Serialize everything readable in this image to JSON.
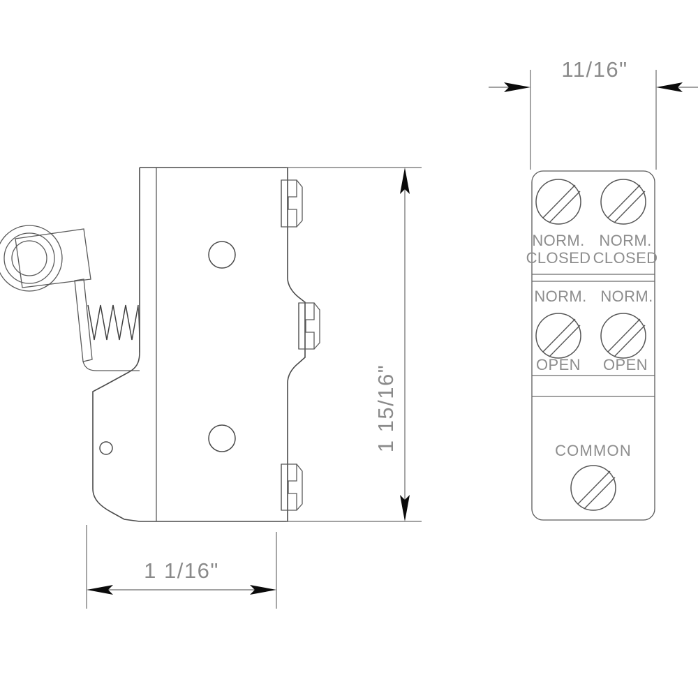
{
  "drawing": {
    "title": "Limit switch roller lever - side view and terminal face view",
    "background_color": "#ffffff",
    "line_color": "#4a4a4a",
    "text_color": "#8a8a8a",
    "arrow_color": "#0b0b0b"
  },
  "dimensions": {
    "width_top": "11/16\"",
    "height_right": "1 15/16\"",
    "width_bottom": "1  1/16\""
  },
  "terminal_panel": {
    "labels": {
      "nc_left_line1": "NORM.",
      "nc_left_line2": "CLOSED",
      "nc_right_line1": "NORM.",
      "nc_right_line2": "CLOSED",
      "no_left_line1": "NORM.",
      "no_left_line2": "OPEN",
      "no_right_line1": "NORM.",
      "no_right_line2": "OPEN",
      "common": "COMMON"
    },
    "screws": [
      {
        "name": "screw-norm-closed-left"
      },
      {
        "name": "screw-norm-closed-right"
      },
      {
        "name": "screw-norm-open-left"
      },
      {
        "name": "screw-norm-open-right"
      },
      {
        "name": "screw-common"
      }
    ]
  },
  "side_view": {
    "features": [
      "roller",
      "actuator-lever-arm",
      "spring",
      "body",
      "mounting-hole-upper",
      "mounting-hole-lower",
      "pilot-hole",
      "terminal-screw-top",
      "terminal-screw-middle",
      "terminal-screw-bottom"
    ]
  }
}
